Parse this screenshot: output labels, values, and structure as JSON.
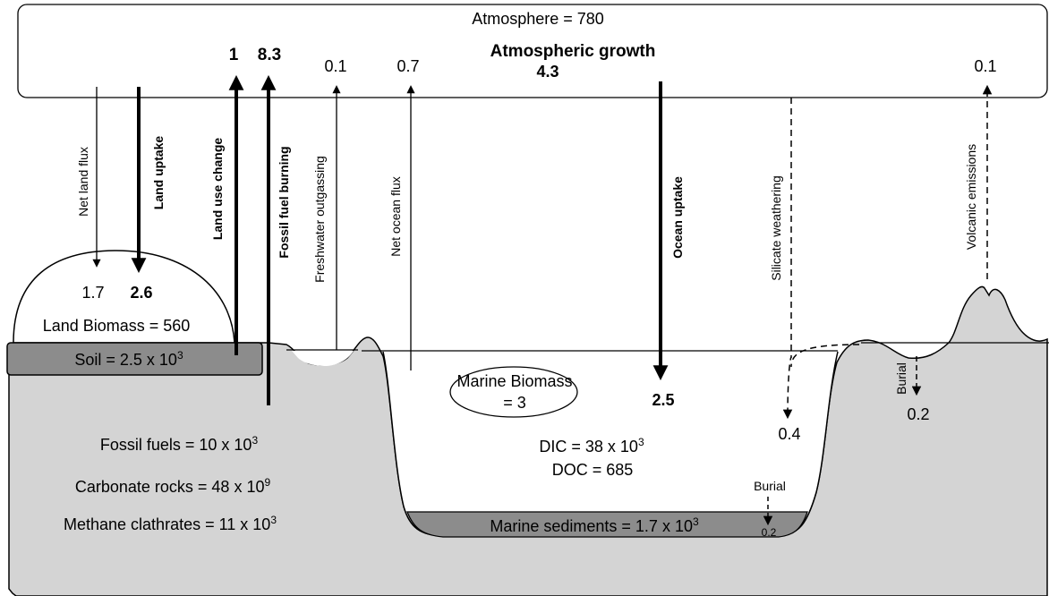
{
  "atmosphere": {
    "label": "Atmosphere = 780",
    "growth_label": "Atmospheric growth",
    "growth_value": "4.3"
  },
  "fluxes": {
    "net_land_flux": {
      "label": "Net land flux",
      "value": "1.7"
    },
    "land_uptake": {
      "label": "Land uptake",
      "value": "2.6"
    },
    "land_use_change": {
      "label": "Land use change",
      "value": "1"
    },
    "fossil_fuel_burning": {
      "label": "Fossil fuel burning",
      "value": "8.3"
    },
    "freshwater_outgassing": {
      "label": "Freshwater outgassing",
      "value": "0.1"
    },
    "net_ocean_flux": {
      "label": "Net ocean flux",
      "value": "0.7"
    },
    "ocean_uptake": {
      "label": "Ocean uptake",
      "value": "2.5"
    },
    "silicate_weathering": {
      "label": "Silicate weathering",
      "value": "0.4"
    },
    "volcanic_emissions": {
      "label": "Volcanic emissions",
      "value": "0.1"
    },
    "burial_right": {
      "label": "Burial",
      "value": "0.2"
    },
    "burial_ocean": {
      "label": "Burial",
      "value": "0.2"
    }
  },
  "reservoirs": {
    "land_biomass": "Land Biomass = 560",
    "soil": {
      "text": "Soil = 2.5 x 10",
      "exp": "3"
    },
    "marine_biomass": {
      "line1": "Marine Biomass",
      "line2": "= 3"
    },
    "fossil_fuels": {
      "text": "Fossil fuels = 10 x 10",
      "exp": "3"
    },
    "carbonate_rocks": {
      "text": "Carbonate rocks = 48 x 10",
      "exp": "9"
    },
    "methane_clathrates": {
      "text": "Methane clathrates = 11 x 10",
      "exp": "3"
    },
    "dic": {
      "text": "DIC = 38 x 10",
      "exp": "3"
    },
    "doc": "DOC = 685",
    "marine_sediments": {
      "text": "Marine sediments = 1.7 x 10",
      "exp": "3"
    }
  },
  "colors": {
    "land": "#d4d4d4",
    "sediment": "#8c8c8c",
    "outline": "#000000",
    "background": "#ffffff"
  }
}
